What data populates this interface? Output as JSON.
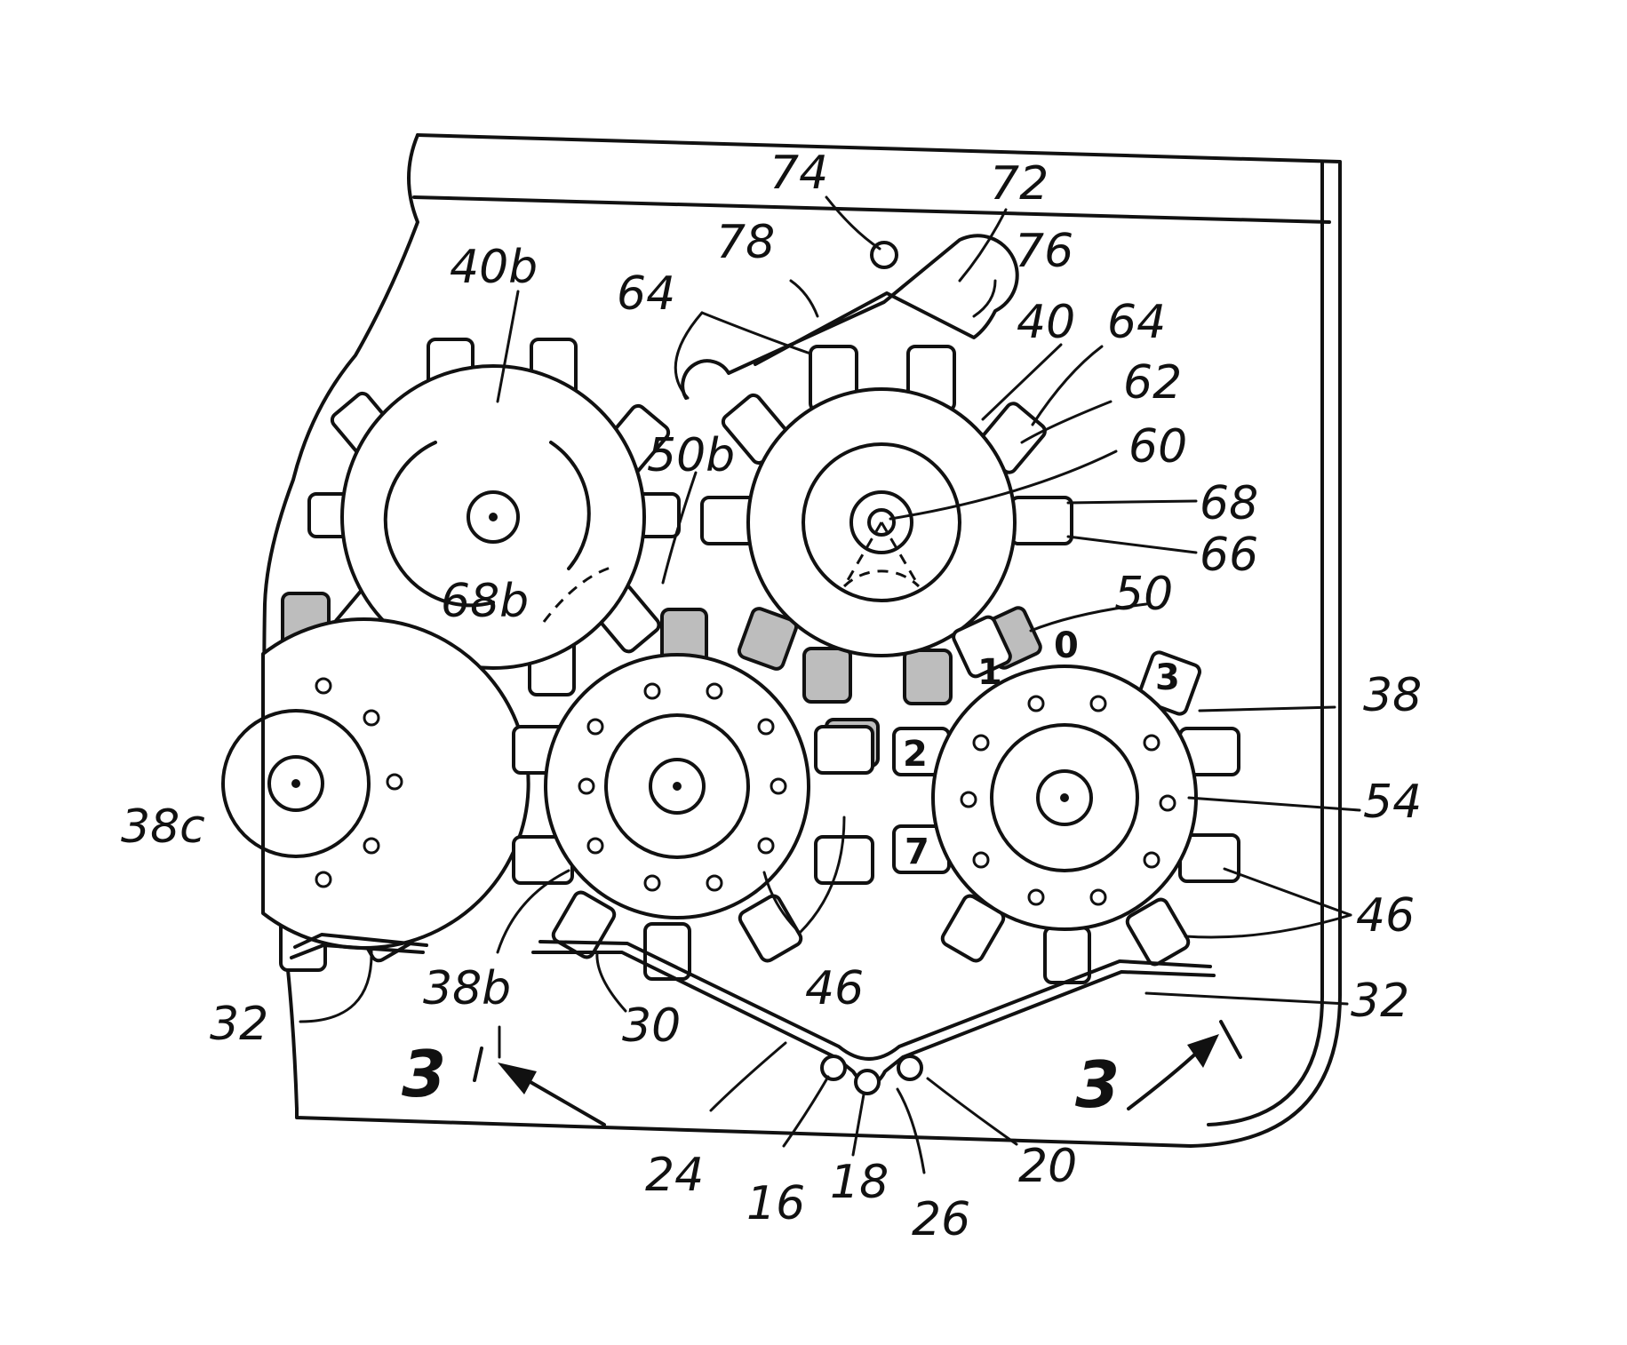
{
  "reference_numerals": {
    "n74": "74",
    "n72": "72",
    "n78": "78",
    "n76": "76",
    "n40b": "40b",
    "n64_left": "64",
    "n40": "40",
    "n64_right": "64",
    "n62": "62",
    "n60": "60",
    "n50b": "50b",
    "n68": "68",
    "n66": "66",
    "n68b": "68b",
    "n50": "50",
    "n38": "38",
    "n54": "54",
    "n38c": "38c",
    "n46_right": "46",
    "n38b": "38b",
    "n46_mid": "46",
    "n32_left": "32",
    "n30": "30",
    "n32_right": "32",
    "n24": "24",
    "n16": "16",
    "n18": "18",
    "n26": "26",
    "n20": "20"
  },
  "section_marks": {
    "left": "3",
    "right": "3"
  },
  "wheel_digits": {
    "d0": "0",
    "d1": "1",
    "d2": "2",
    "d3": "3",
    "d7": "7"
  }
}
